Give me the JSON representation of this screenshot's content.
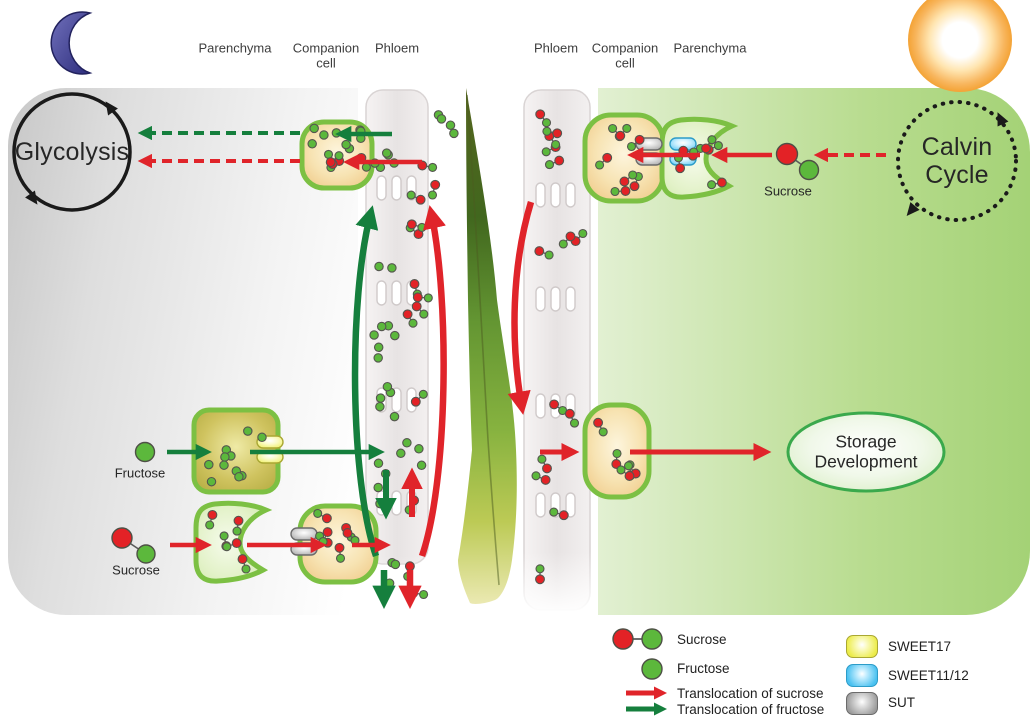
{
  "colors": {
    "sucrose_red": "#e32226",
    "fructose_green": "#5cb83c",
    "arrow_red": "#e0242a",
    "arrow_green": "#157f3d",
    "sweet17_yellow": "#ecec4a",
    "sweet11_12_blue": "#4ac1f0",
    "sut_gray": "#9b9b9b",
    "cell_border_green": "#7cc043",
    "companion_fill_edge": "#eec47f",
    "panel_green_edge": "#a4d276",
    "moon_blue": "#3c3c90",
    "sun_orange": "#f4a438",
    "storage_border_green": "#3aa94c"
  },
  "headers": {
    "left": [
      "Parenchyma",
      "Companion\ncell",
      "Phloem"
    ],
    "right": [
      "Phloem",
      "Companion\ncell",
      "Parenchyma"
    ]
  },
  "labels": {
    "glycolysis": "Glycolysis",
    "calvin": "Calvin\nCycle",
    "storage": "Storage\nDevelopment",
    "fructose": "Fructose",
    "sucrose_left": "Sucrose",
    "sucrose_right": "Sucrose"
  },
  "legend": {
    "sucrose": "Sucrose",
    "fructose": "Fructose",
    "translocation_sucrose": "Translocation of sucrose",
    "translocation_fructose": "Translocation of fructose",
    "sweet17": "SWEET17",
    "sweet11_12": "SWEET11/12",
    "sut": "SUT"
  }
}
